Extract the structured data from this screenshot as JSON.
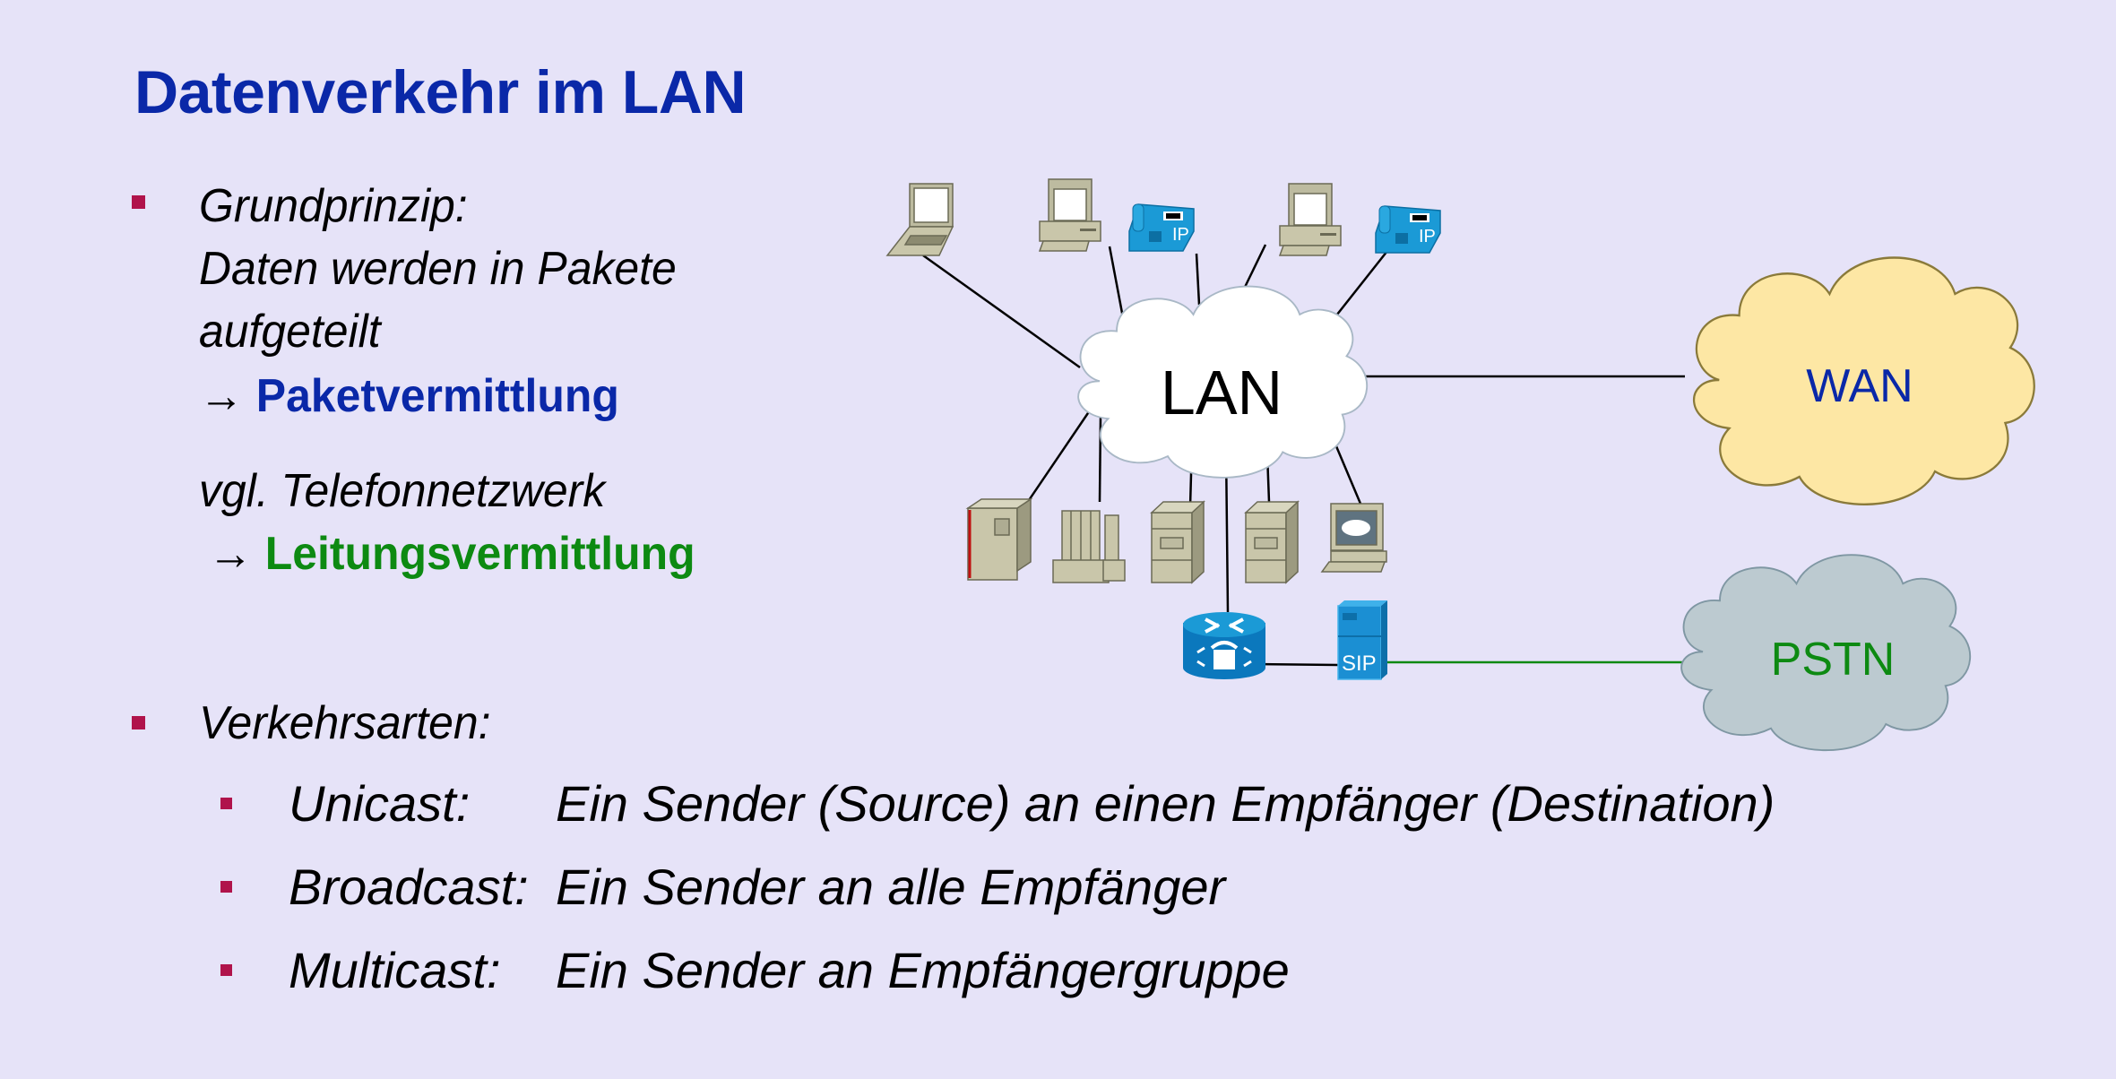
{
  "slide": {
    "title": "Datenverkehr im LAN",
    "colors": {
      "background": "#e6e3f8",
      "title": "#0a28a8",
      "bullet": "#b0134b",
      "packet_switching": "#0a28a8",
      "circuit_switching": "#0d8a12"
    }
  },
  "bullets": {
    "principle": {
      "heading": "Grundprinzip:",
      "line1": "Daten werden in Pakete",
      "line2": "aufgeteilt",
      "arrow": "→",
      "result": "Paketvermittlung",
      "compare": "vgl. Telefonnetzwerk",
      "compare_arrow": "→",
      "compare_result": "Leitungsvermittlung"
    },
    "traffic": {
      "heading": "Verkehrsarten:",
      "items": [
        {
          "term": "Unicast:",
          "desc": "Ein Sender (Source) an einen Empfänger (Destination)"
        },
        {
          "term": "Broadcast:",
          "desc": "Ein Sender an alle Empfänger"
        },
        {
          "term": "Multicast:",
          "desc": "Ein Sender an Empfängergruppe"
        }
      ]
    }
  },
  "diagram": {
    "lan_label": "LAN",
    "wan_label": "WAN",
    "pstn_label": "PSTN",
    "ip_phone_label": "IP",
    "sip_label": "SIP",
    "devices_top": [
      "laptop-icon",
      "desktop-pc-icon",
      "ip-phone-icon",
      "desktop-pc-icon",
      "ip-phone-icon"
    ],
    "devices_bottom": [
      "mainframe-icon",
      "supercomputer-icon",
      "server-icon",
      "server-icon",
      "workstation-icon"
    ],
    "gateway": [
      "voice-router-icon",
      "sip-server-icon"
    ],
    "colors": {
      "wan_fill": "#fde7a4",
      "wan_stroke": "#8a7a3a",
      "pstn_fill": "#bccad0",
      "pstn_stroke": "#7f97a3",
      "wan_text": "#0a28a8",
      "pstn_text": "#0d8a12",
      "cisco_blue": "#1b9ad6",
      "device_beige": "#c9c6aa"
    }
  }
}
